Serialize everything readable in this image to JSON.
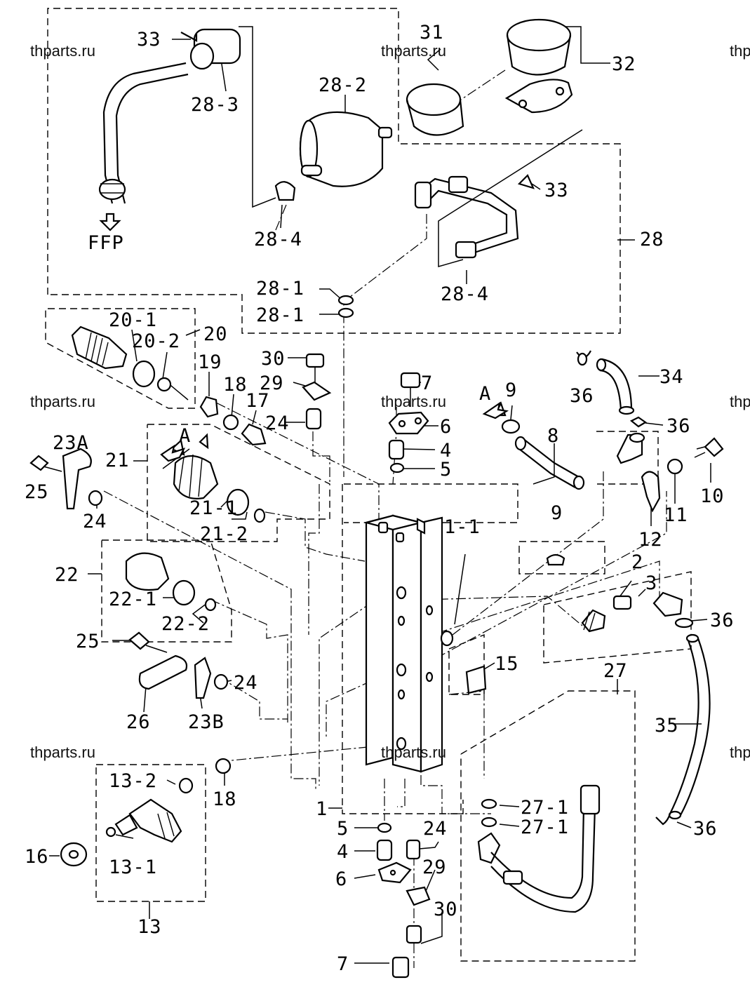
{
  "watermarks": [
    "thparts.ru",
    "thparts.ru",
    "thparts.ru",
    "thparts.ru",
    "thparts.ru",
    "thparts.ru",
    "thp",
    "thp",
    "thp"
  ],
  "fuel_direction": "FFP",
  "view_marker": "A",
  "labels": {
    "p1": "1",
    "p1_1": "1-1",
    "p2": "2",
    "p3": "3",
    "p4_top": "4",
    "p4_bot": "4",
    "p5_top": "5",
    "p5_bot": "5",
    "p6_top": "6",
    "p6_bot": "6",
    "p7_top": "7",
    "p7_bot": "7",
    "p8": "8",
    "p9_top": "9",
    "p9_mid": "9",
    "p10": "10",
    "p11": "11",
    "p12": "12",
    "p13": "13",
    "p13_1": "13-1",
    "p13_2": "13-2",
    "p15": "15",
    "p16": "16",
    "p17": "17",
    "p18_top": "18",
    "p18_bot": "18",
    "p19": "19",
    "p20": "20",
    "p20_1": "20-1",
    "p20_2": "20-2",
    "p21": "21",
    "p21_1": "21-1",
    "p21_2": "21-2",
    "p22": "22",
    "p22_1": "22-1",
    "p22_2": "22-2",
    "p23a": "23A",
    "p23b": "23B",
    "p24_a": "24",
    "p24_b": "24",
    "p24_c": "24",
    "p24_d": "24",
    "p25_a": "25",
    "p25_b": "25",
    "p26": "26",
    "p27": "27",
    "p27_1a": "27-1",
    "p27_1b": "27-1",
    "p28": "28",
    "p28_1a": "28-1",
    "p28_1b": "28-1",
    "p28_2": "28-2",
    "p28_3": "28-3",
    "p28_4a": "28-4",
    "p28_4b": "28-4",
    "p29_top": "29",
    "p29_bot": "29",
    "p30_top": "30",
    "p30_bot": "30",
    "p31": "31",
    "p32": "32",
    "p33_a": "33",
    "p33_b": "33",
    "p34": "34",
    "p35": "35",
    "p36_a": "36",
    "p36_b": "36",
    "p36_c": "36",
    "p36_d": "36"
  }
}
